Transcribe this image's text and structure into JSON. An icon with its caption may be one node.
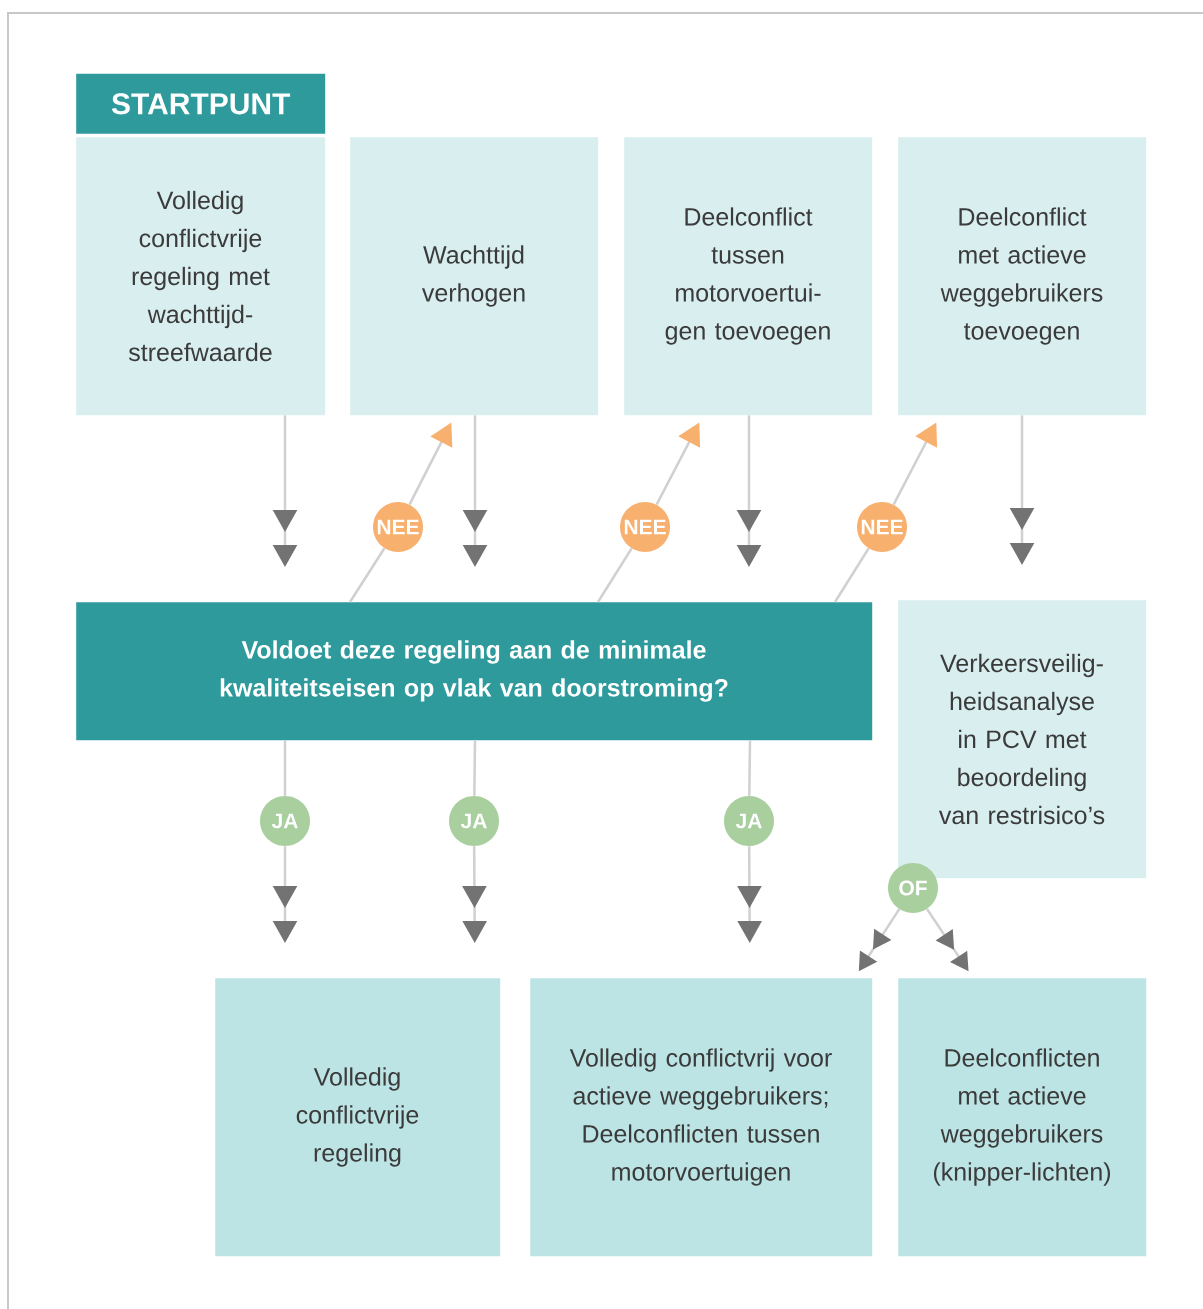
{
  "diagram": {
    "nodes": [
      {
        "text": [
          "STARTPUNT",
          "Volledig conflictvrije regeling met wachttijd-streefwaarde"
        ]
      },
      {
        "text": [
          "Wachttijd verhogen"
        ]
      },
      {
        "text": [
          "Deelconflict tussen motorvoertui-gen toevoegen"
        ]
      },
      {
        "text": [
          "Deelconflict met actieve weggebruikers toevoegen"
        ]
      },
      {
        "text": [
          "NEE"
        ]
      },
      {
        "text": [
          "NEE"
        ]
      },
      {
        "text": [
          "NEE"
        ]
      },
      {
        "text": [
          "Voldoet deze regeling aan de minimale kwaliteitseisen op vlak van doorstroming?"
        ]
      },
      {
        "text": [
          "Verkeersveilig-heidsanalyse in PCV met beoordeling van restrisico’s"
        ]
      },
      {
        "text": [
          "JA"
        ]
      },
      {
        "text": [
          "JA"
        ]
      },
      {
        "text": [
          "JA"
        ]
      },
      {
        "text": [
          "OF"
        ]
      },
      {
        "text": [
          "Volledig conflictvrije regeling"
        ]
      },
      {
        "text": [
          "Volledig conflictvrij voor actieve weggebruikers; Deelconflicten tussen motorvoertuigen"
        ]
      },
      {
        "text": [
          "Deelconflicten met actieve weggebruikers (knipper-lichten)"
        ]
      }
    ],
    "edges": [
      {
        "from": 0,
        "to": 7,
        "arrow": "to"
      },
      {
        "from": 1,
        "to": 7,
        "arrow": "to"
      },
      {
        "from": 2,
        "to": 7,
        "arrow": "to"
      },
      {
        "from": 3,
        "to": 8,
        "arrow": "to"
      },
      {
        "from": 7,
        "to": 4,
        "arrow": "none"
      },
      {
        "from": 4,
        "to": 1,
        "arrow": "to"
      },
      {
        "from": 7,
        "to": 5,
        "arrow": "none"
      },
      {
        "from": 5,
        "to": 2,
        "arrow": "to"
      },
      {
        "from": 7,
        "to": 6,
        "arrow": "none"
      },
      {
        "from": 6,
        "to": 3,
        "arrow": "to"
      },
      {
        "from": 7,
        "to": 9,
        "arrow": "none"
      },
      {
        "from": 9,
        "to": 13,
        "arrow": "to"
      },
      {
        "from": 7,
        "to": 10,
        "arrow": "none"
      },
      {
        "from": 10,
        "to": 13,
        "arrow": "to"
      },
      {
        "from": 7,
        "to": 11,
        "arrow": "none"
      },
      {
        "from": 11,
        "to": 14,
        "arrow": "to"
      },
      {
        "from": 12,
        "to": 14,
        "arrow": "to"
      },
      {
        "from": 12,
        "to": 15,
        "arrow": "to"
      }
    ]
  }
}
